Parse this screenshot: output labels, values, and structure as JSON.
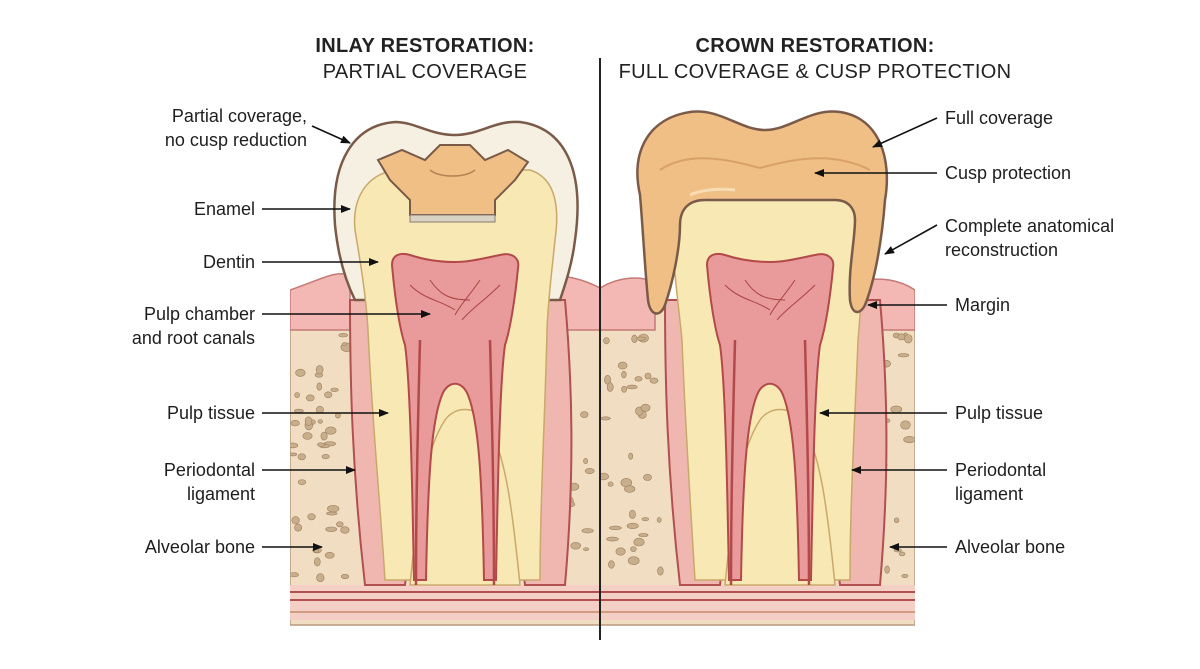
{
  "panels": {
    "inlay": {
      "title": "INLAY RESTORATION:",
      "subtitle": "PARTIAL COVERAGE",
      "labels": {
        "partial_coverage": [
          "Partial coverage,",
          "no cusp reduction"
        ],
        "enamel": "Enamel",
        "dentin": "Dentin",
        "pulp_chamber": [
          "Pulp chamber",
          "and root canals"
        ],
        "pulp_tissue": "Pulp tissue",
        "periodontal": [
          "Periodontal",
          "ligament"
        ],
        "alveolar": "Alveolar bone"
      }
    },
    "crown": {
      "title": "CROWN RESTORATION:",
      "subtitle": "FULL COVERAGE & CUSP PROTECTION",
      "labels": {
        "full_coverage": "Full coverage",
        "cusp_protection": "Cusp protection",
        "anatomical": [
          "Complete anatomical",
          "reconstruction"
        ],
        "margin": "Margin",
        "pulp_tissue": "Pulp tissue",
        "periodontal": [
          "Periodontal",
          "ligament"
        ],
        "alveolar": "Alveolar bone"
      }
    }
  },
  "colors": {
    "enamel": "#f6f0e2",
    "dentin": "#f8e8b4",
    "pulp": "#e99a9a",
    "gum": "#f3b8b4",
    "bone": "#f1ddc1",
    "bone_spot": "#c9ae8c",
    "crown": "#efbf86",
    "outline": "#7a5a48",
    "root_canal": "#b24a4a"
  }
}
